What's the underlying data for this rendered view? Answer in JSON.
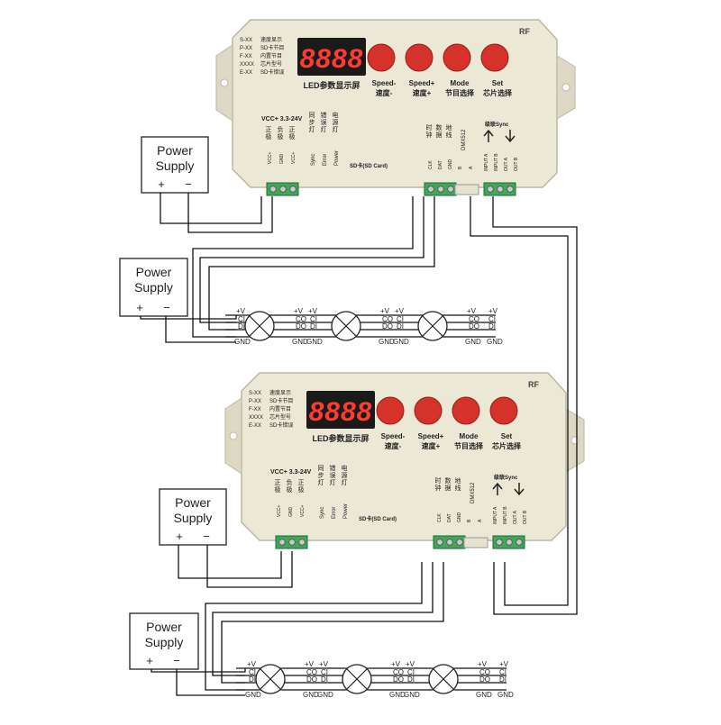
{
  "controllers": [
    {
      "rf": "RF",
      "display": {
        "digits": "8888",
        "caption": "LED参数显示屏"
      },
      "legend": [
        {
          "code": "S-XX",
          "desc": "速度显示"
        },
        {
          "code": "P-XX",
          "desc": "SD卡节目"
        },
        {
          "code": "F-XX",
          "desc": "内置节目"
        },
        {
          "code": "XXXX",
          "desc": "芯片型号"
        },
        {
          "code": "E-XX",
          "desc": "SD卡错误"
        }
      ],
      "buttons": [
        {
          "en": "Speed-",
          "cn": "速度-"
        },
        {
          "en": "Speed+",
          "cn": "速度+"
        },
        {
          "en": "Mode",
          "cn": "节目选择"
        },
        {
          "en": "Set",
          "cn": "芯片选择"
        }
      ],
      "power_label": "VCC+ 3.3-24V",
      "power_terms": [
        "正极",
        "负极",
        "正极"
      ],
      "power_pins": [
        "VCC+",
        "GND",
        "VCC+"
      ],
      "leds": [
        {
          "cn": "同步灯",
          "en": "Sync"
        },
        {
          "cn": "错误灯",
          "en": "Error"
        },
        {
          "cn": "电源灯",
          "en": "Power"
        }
      ],
      "sd_label": "SD卡(SD Card)",
      "data_terms": [
        "时钟",
        "数据",
        "地线"
      ],
      "data_pins": [
        "CLK",
        "DAT",
        "GND"
      ],
      "dmx_label": "DMX512",
      "dmx_pins": [
        "B",
        "A"
      ],
      "sync_label": "级联Sync",
      "sync_pins": [
        "INPUT A",
        "INPUT B",
        "OUT A",
        "OUT B"
      ]
    },
    {
      "rf": "RF",
      "display": {
        "digits": "8888",
        "caption": "LED参数显示屏"
      },
      "legend": [
        {
          "code": "S-XX",
          "desc": "速度显示"
        },
        {
          "code": "P-XX",
          "desc": "SD卡节目"
        },
        {
          "code": "F-XX",
          "desc": "内置节目"
        },
        {
          "code": "XXXX",
          "desc": "芯片型号"
        },
        {
          "code": "E-XX",
          "desc": "SD卡错误"
        }
      ],
      "buttons": [
        {
          "en": "Speed-",
          "cn": "速度-"
        },
        {
          "en": "Speed+",
          "cn": "速度+"
        },
        {
          "en": "Mode",
          "cn": "节目选择"
        },
        {
          "en": "Set",
          "cn": "芯片选择"
        }
      ],
      "power_label": "VCC+ 3.3-24V",
      "power_terms": [
        "正极",
        "负极",
        "正极"
      ],
      "power_pins": [
        "VCC+",
        "GND",
        "VCC+"
      ],
      "leds": [
        {
          "cn": "同步灯",
          "en": "Sync"
        },
        {
          "cn": "错误灯",
          "en": "Error"
        },
        {
          "cn": "电源灯",
          "en": "Power"
        }
      ],
      "sd_label": "SD卡(SD Card)",
      "data_terms": [
        "时钟",
        "数据",
        "地线"
      ],
      "data_pins": [
        "CLK",
        "DAT",
        "GND"
      ],
      "dmx_label": "DMX512",
      "dmx_pins": [
        "B",
        "A"
      ],
      "sync_label": "级联Sync",
      "sync_pins": [
        "INPUT A",
        "INPUT B",
        "OUT A",
        "OUT B"
      ]
    }
  ],
  "power_supplies": [
    {
      "line1": "Power",
      "line2": "Supply",
      "plus": "+",
      "minus": "−"
    },
    {
      "line1": "Power",
      "line2": "Supply",
      "plus": "+",
      "minus": "−"
    },
    {
      "line1": "Power",
      "line2": "Supply",
      "plus": "+",
      "minus": "−"
    },
    {
      "line1": "Power",
      "line2": "Supply",
      "plus": "+",
      "minus": "−"
    }
  ],
  "pixel_labels": {
    "vplus": "+V",
    "ci": "CI",
    "co": "CO",
    "di": "DI",
    "do": "DO",
    "gnd": "GND"
  },
  "colors": {
    "housing": "#ece8d6",
    "housing_edge": "#bdb7a2",
    "button": "#d4322b",
    "display_bg": "#1a1a1a",
    "display_digit": "#ff3b2f",
    "terminal": "#3fa65a"
  }
}
